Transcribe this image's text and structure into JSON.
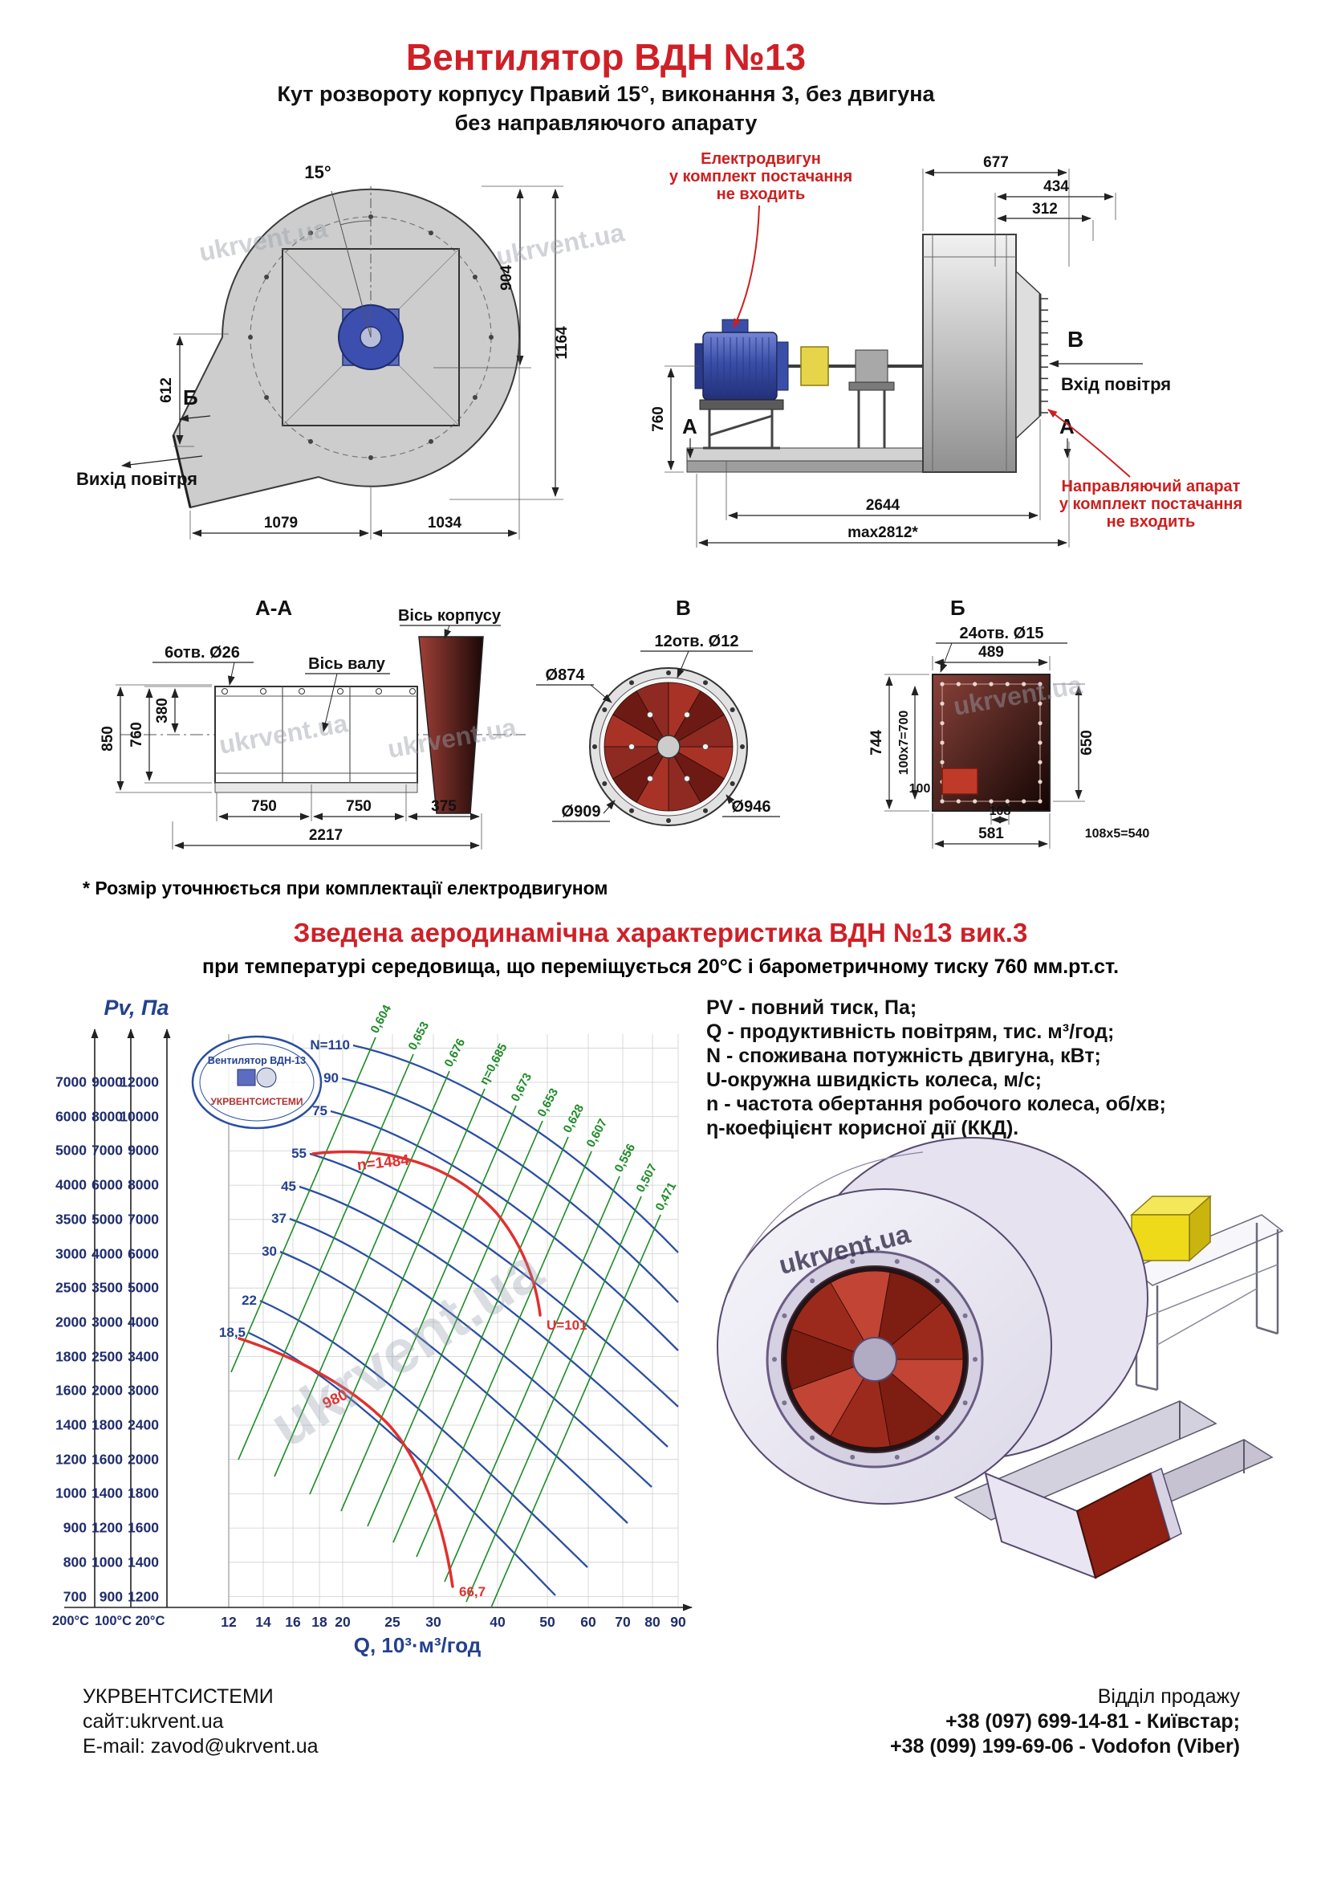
{
  "header": {
    "title": "Вентилятор  ВДН №13",
    "subtitle1": "Кут розвороту корпусу Правий 15°, виконання 3, без двигуна",
    "subtitle2": "без направляючого апарату"
  },
  "top_drawing": {
    "angle": "15°",
    "dim904": "904",
    "dim612": "612",
    "dim1164": "1164",
    "dim1079": "1079",
    "dim1034": "1034",
    "label_B": "Б",
    "air_out": "Вихід повітря",
    "dim677": "677",
    "dim434": "434",
    "dim312": "312",
    "dim760": "760",
    "dim2644": "2644",
    "dim_max": "max2812*",
    "label_V": "В",
    "air_in": "Вхід повітря",
    "label_A_left": "А",
    "label_A_right": "А",
    "motor_note": [
      "Електродвигун",
      "у комплект постачання",
      "не входить"
    ],
    "guide_note": [
      "Направляючий апарат",
      "у комплект постачання",
      "не входить"
    ]
  },
  "sections": {
    "label_AA": "А-А",
    "label_V": "В",
    "label_B": "Б",
    "aa": {
      "holes": "6отв. Ø26",
      "axis_shaft": "Вісь валу",
      "axis_body": "Вісь корпусу",
      "dim850": "850",
      "dim760": "760",
      "dim380": "380",
      "dim750a": "750",
      "dim750b": "750",
      "dim375": "375",
      "dim2217": "2217"
    },
    "vv": {
      "holes": "12отв. Ø12",
      "d874": "Ø874",
      "d909": "Ø909",
      "d946": "Ø946"
    },
    "bb": {
      "holes": "24отв. Ø15",
      "dim489": "489",
      "dim744": "744",
      "dim100x7": "100х7=700",
      "dim100": "100",
      "dim650": "650",
      "dim108": "108",
      "dim108x5": "108х5=540",
      "dim581": "581"
    }
  },
  "footnote": "* Розмір уточнюється при комплектації електродвигуном",
  "aero_heading": "Зведена аеродинамічна характеристика ВДН №13 вик.3",
  "aero_subheading": "при температурі середовища, що переміщується 20°С і барометричному тиску 760 мм.рт.ст.",
  "legend_lines": [
    "PV - повний тиск, Па;",
    "Q - продуктивність повітрям, тис. м³/год;",
    "N - споживана потужність двигуна, кВт;",
    "U-окружна швидкість колеса, м/с;",
    "n - частота обертання робочого колеса, об/хв;",
    "η-коефіцієнт корисної дії (ККД)."
  ],
  "chart_data": {
    "type": "line",
    "title": "Зведена аеродинамічна характеристика ВДН №13 вик.3",
    "ylabel": "Pv, Па",
    "xlabel": "Q, 10³·м³/год",
    "x_scale": "log",
    "grid": true,
    "x_ticks": [
      "12",
      "14",
      "16",
      "18",
      "20",
      "25",
      "30",
      "40",
      "50",
      "60",
      "70",
      "80",
      "90"
    ],
    "temp_ticks": [
      "200°C",
      "100°C",
      "20°C"
    ],
    "y_scale_200C": [
      "7000",
      "6000",
      "5000",
      "4000",
      "3500",
      "3000",
      "2500",
      "2000",
      "1800",
      "1600",
      "1400",
      "1200",
      "1000",
      "900",
      "800",
      "700"
    ],
    "y_scale_100C": [
      "9000",
      "8000",
      "7000",
      "6000",
      "5000",
      "4000",
      "3500",
      "3000",
      "2500",
      "2000",
      "1800",
      "1600",
      "1400",
      "1200",
      "1000",
      "900"
    ],
    "y_scale_20C": [
      "12000",
      "10000",
      "9000",
      "8000",
      "7000",
      "6000",
      "5000",
      "4000",
      "3400",
      "3000",
      "2400",
      "2000",
      "1800",
      "1600",
      "1400",
      "1200"
    ],
    "power_labels": [
      "N=110",
      "90",
      "75",
      "55",
      "45",
      "37",
      "30",
      "22",
      "18,5"
    ],
    "efficiency_labels": [
      "0,604",
      "0,653",
      "0,676",
      "η=0,685",
      "0,673",
      "0,653",
      "0,628",
      "0,607",
      "0,556",
      "0,507",
      "0,471"
    ],
    "rpm_curves": [
      {
        "label": "n=1484",
        "u": "U=101"
      },
      {
        "label": "980",
        "u": "66,7"
      }
    ],
    "logo": [
      "Вентилятор ВДН-13",
      "УКРВЕНТСИСТЕМИ"
    ]
  },
  "watermark": "ukrvent.ua",
  "footer": {
    "company": "УКРВЕНТСИСТЕМИ",
    "site": "сайт:ukrvent.ua",
    "email": "E-mail: zavod@ukrvent.ua",
    "sales_title": "Відділ продажу",
    "phone1": "+38 (097) 699-14-81 - Київстар;",
    "phone2": "+38 (099) 199-69-06 - Vodofon (Viber)"
  }
}
